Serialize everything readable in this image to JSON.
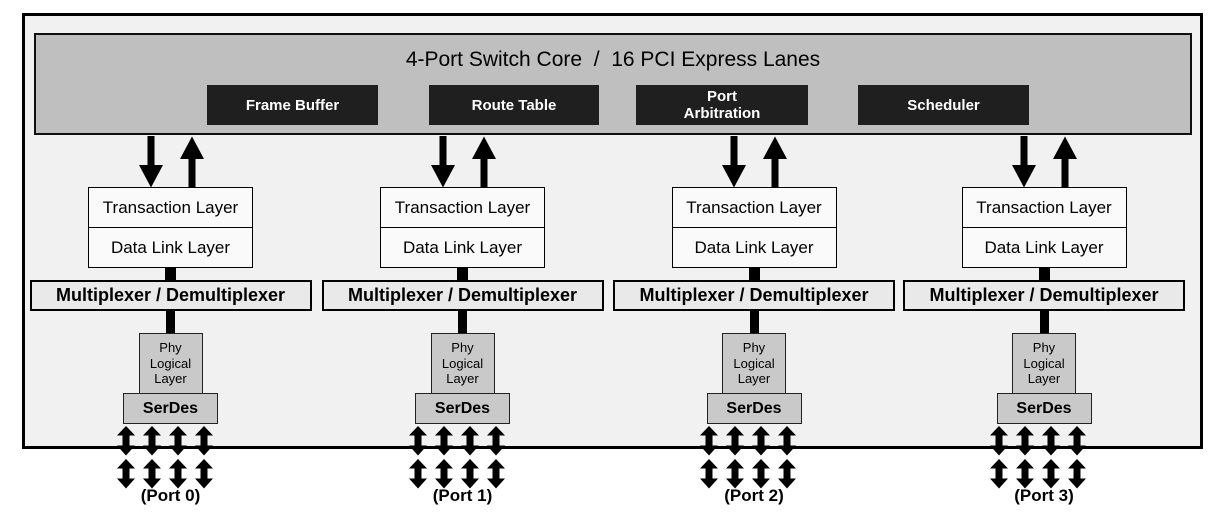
{
  "diagram": {
    "title": "4-Port Switch Core  /  16 PCI Express Lanes",
    "core_blocks": [
      {
        "label": "Frame Buffer"
      },
      {
        "label": "Route Table"
      },
      {
        "label": "Port\nArbitration"
      },
      {
        "label": "Scheduler"
      }
    ],
    "labels": {
      "transaction_layer": "Transaction Layer",
      "data_link_layer": "Data Link Layer",
      "mux": "Multiplexer / Demultiplexer",
      "phy": "Phy\nLogical\nLayer",
      "serdes": "SerDes"
    },
    "ports": [
      {
        "label": "(Port 0)"
      },
      {
        "label": "(Port 1)"
      },
      {
        "label": "(Port 2)"
      },
      {
        "label": "(Port 3)"
      }
    ],
    "colors": {
      "core_bar": "#bfbfbf",
      "dark_block": "#1f1f1f",
      "dark_block_text": "#ffffff",
      "frame_background": "#f1f1f1",
      "mux_background": "#e9e9e9",
      "phy_serdes_background": "#c9c9c9",
      "layer_box_background": "#fafafa",
      "arrow": "#000000",
      "border": "#000000"
    }
  }
}
